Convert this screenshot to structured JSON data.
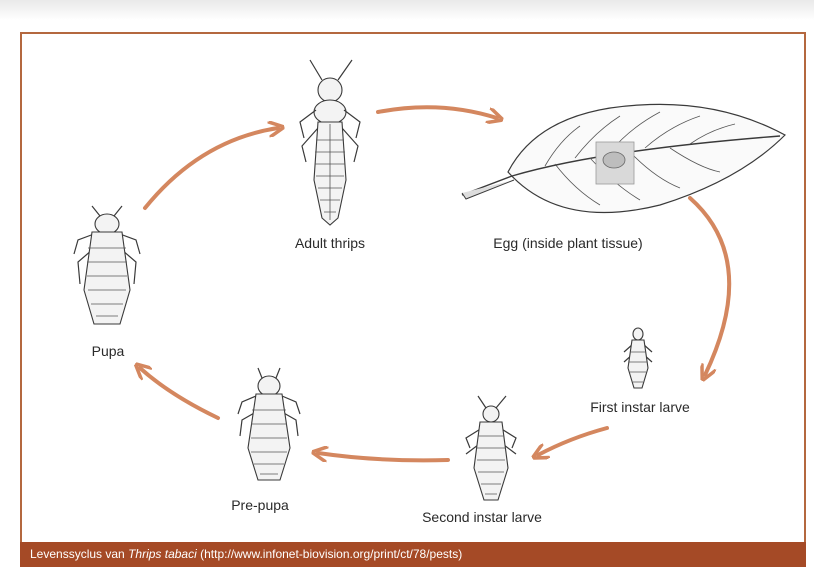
{
  "stages": {
    "adult": "Adult thrips",
    "egg": "Egg (inside plant tissue)",
    "first_instar": "First instar larve",
    "second_instar": "Second instar larve",
    "pre_pupa": "Pre-pupa",
    "pupa": "Pupa"
  },
  "caption": {
    "prefix": "Levenssyclus van ",
    "species": "Thrips tabaci",
    "suffix": " (http://www.infonet-biovision.org/print/ct/78/pests)"
  },
  "colors": {
    "arrow": "#d4875f",
    "frame": "#b4683f",
    "caption_bar": "#a54a26"
  }
}
